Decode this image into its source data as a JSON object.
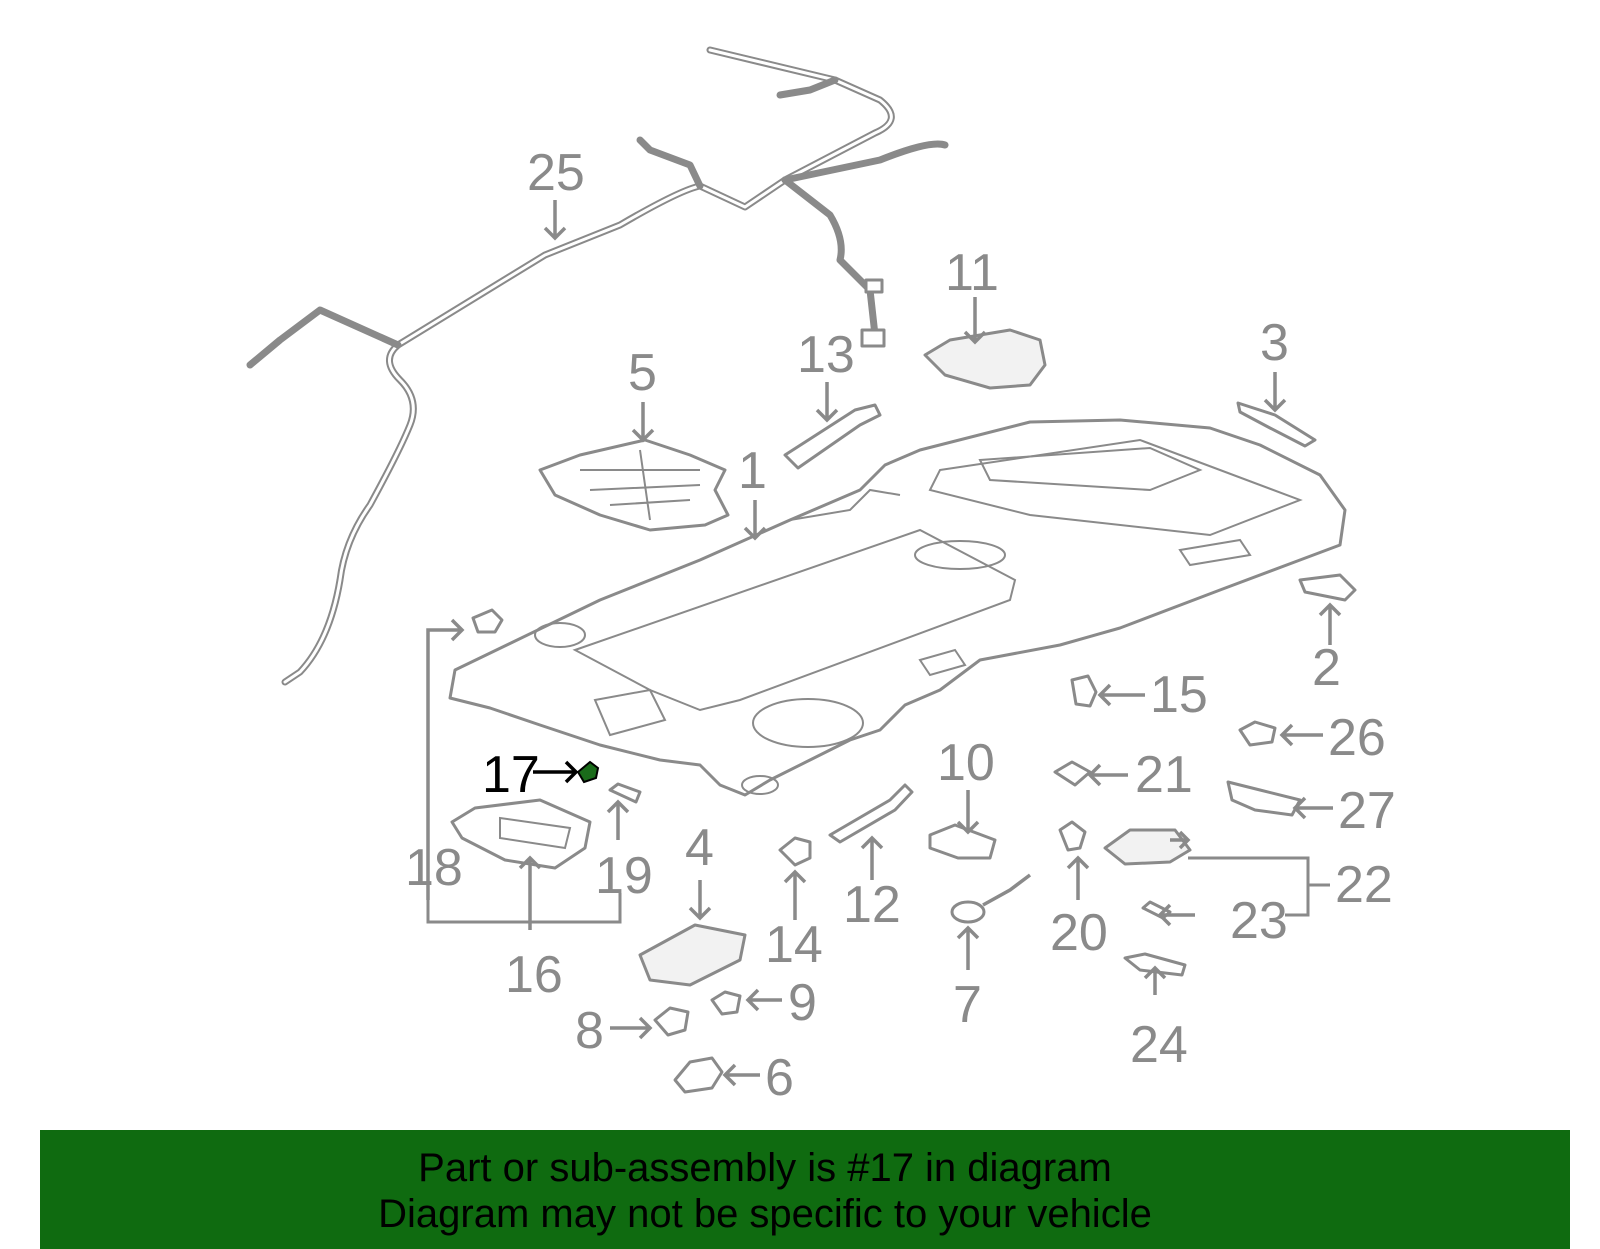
{
  "callouts": {
    "c1": "1",
    "c2": "2",
    "c3": "3",
    "c4": "4",
    "c5": "5",
    "c6": "6",
    "c7": "7",
    "c8": "8",
    "c9": "9",
    "c10": "10",
    "c11": "11",
    "c12": "12",
    "c13": "13",
    "c14": "14",
    "c15": "15",
    "c16": "16",
    "c17": "17",
    "c18": "18",
    "c19": "19",
    "c20": "20",
    "c21": "21",
    "c22": "22",
    "c23": "23",
    "c24": "24",
    "c25": "25",
    "c26": "26",
    "c27": "27"
  },
  "highlighted_part": "17",
  "colors": {
    "parts": "#8a8a8a",
    "highlight": "#000000",
    "highlight_part": "#1a6b1a",
    "banner": "#0f6b10"
  },
  "banner": {
    "line1": "Part or sub-assembly is #17 in diagram",
    "line2": "Diagram may not be specific to your vehicle"
  }
}
